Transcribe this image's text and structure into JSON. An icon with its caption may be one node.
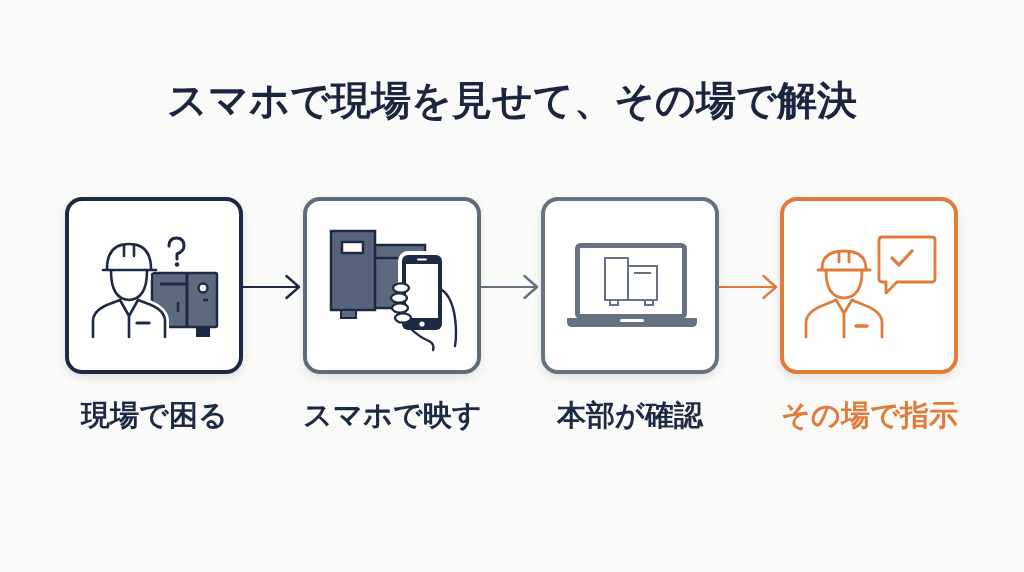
{
  "diagram": {
    "title": "スマホで現場を見せて、その場で解決",
    "nodes": [
      {
        "text": [
          "現場で困る"
        ]
      },
      {
        "text": [
          "スマホで映す"
        ]
      },
      {
        "text": [
          "本部が確認"
        ]
      },
      {
        "text": [
          "その場で指示"
        ]
      }
    ],
    "edges": [
      {
        "from": 0,
        "to": 1,
        "arrow": "to"
      },
      {
        "from": 1,
        "to": 2,
        "arrow": "to",
        "color": "#66727f"
      },
      {
        "from": 2,
        "to": 3,
        "arrow": "to",
        "color": "#e07b39"
      }
    ]
  }
}
